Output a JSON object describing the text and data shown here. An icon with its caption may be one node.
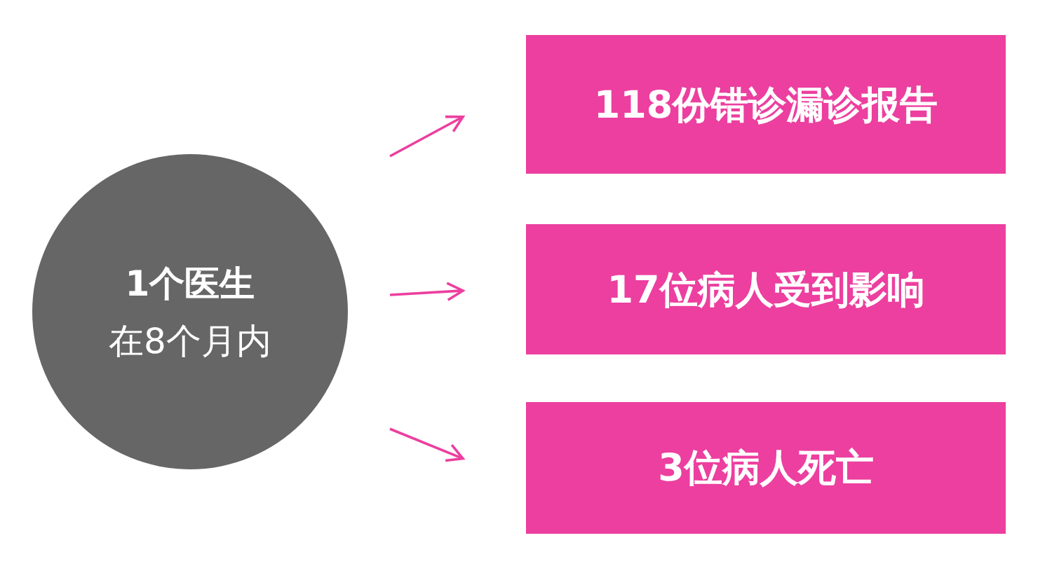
{
  "diagram": {
    "nodes": [
      {
        "text": [
          "1个医生",
          "在8个月内"
        ]
      },
      {
        "text": [
          "118份错诊漏诊报告"
        ]
      },
      {
        "text": [
          "17位病人受到影响"
        ]
      },
      {
        "text": [
          "3位病人死亡"
        ]
      }
    ],
    "edges": [
      {
        "from": 0,
        "to": 1,
        "arrow": "to"
      },
      {
        "from": 0,
        "to": 2,
        "arrow": "to"
      },
      {
        "from": 0,
        "to": 3,
        "arrow": "to"
      }
    ]
  }
}
